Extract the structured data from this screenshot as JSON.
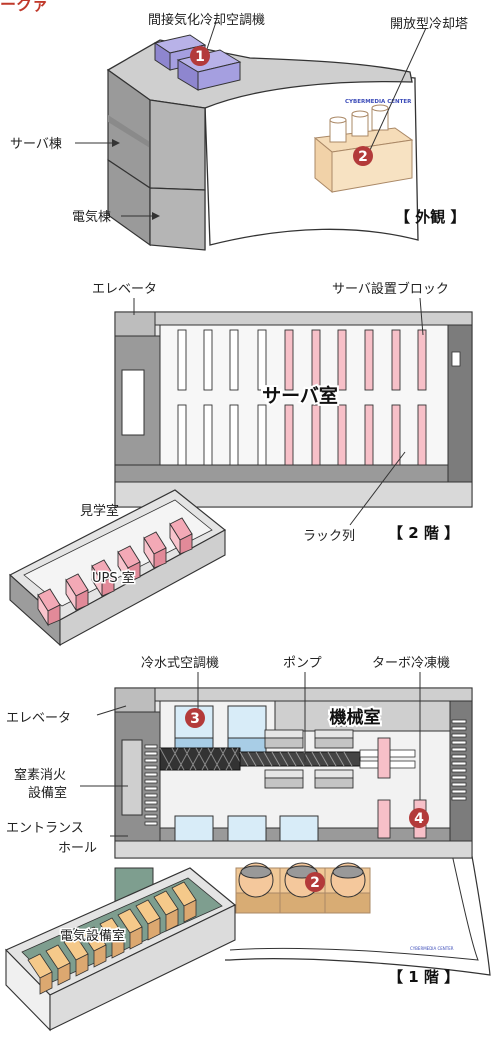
{
  "header": {
    "fragment": "ークァ"
  },
  "exterior": {
    "label_indirect_cooling": "間接気化冷却空調機",
    "label_open_tower": "開放型冷却塔",
    "label_server_building": "サーバ棟",
    "label_electric_building": "電気棟",
    "sign": "CYBERMEDIA CENTER",
    "caption": "【 外観 】",
    "badge1": "1",
    "badge2": "2"
  },
  "floor2": {
    "label_elevator": "エレベータ",
    "label_server_block": "サーバ設置ブロック",
    "room_name": "サーバ室",
    "label_observation": "見学室",
    "label_ups": "UPS 室",
    "label_rack_row": "ラック列",
    "caption": "【 2 階 】"
  },
  "floor1": {
    "label_chiller_ac": "冷水式空調機",
    "label_pump": "ポンプ",
    "label_turbo": "ターボ冷凍機",
    "label_elevator": "エレベータ",
    "room_machine": "機械室",
    "label_nitrogen_1": "窒素消火",
    "label_nitrogen_2": "設備室",
    "label_entrance_1": "エントランス",
    "label_entrance_2": "ホール",
    "label_electric_room": "電気設備室",
    "sign": "CYBERMEDIA CENTER",
    "caption": "【 1 階 】",
    "badge2": "2",
    "badge3": "3",
    "badge4": "4"
  }
}
